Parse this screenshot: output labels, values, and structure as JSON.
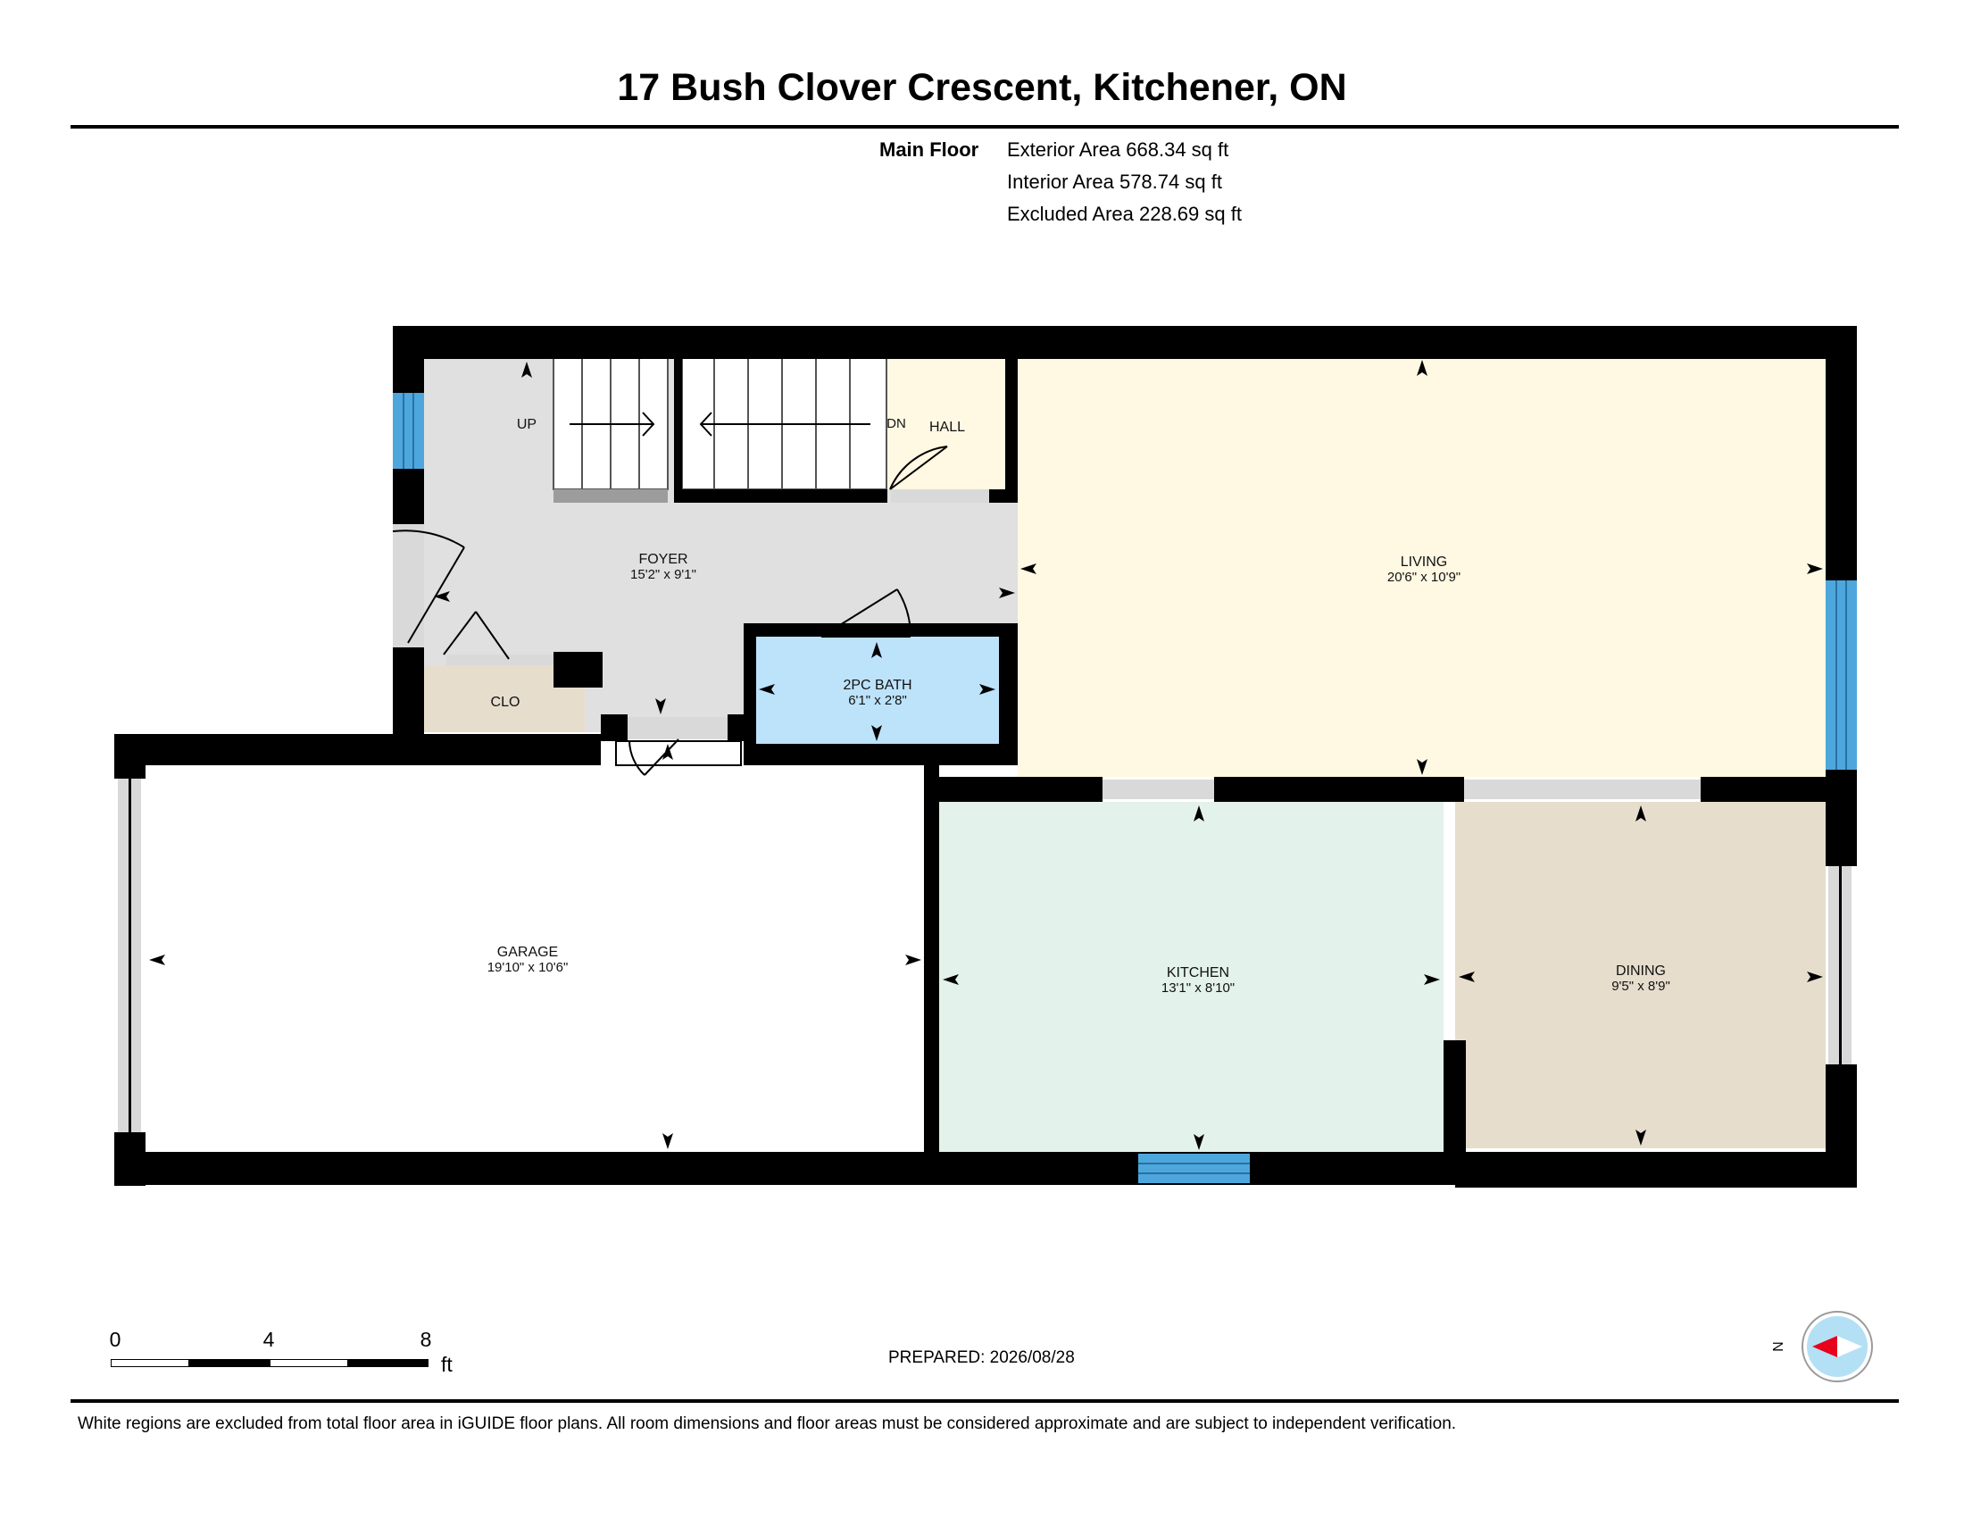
{
  "title": "17 Bush Clover Crescent, Kitchener, ON",
  "areas": {
    "floor": "Main Floor",
    "exterior": "Exterior Area 668.34 sq ft",
    "interior": "Interior Area 578.74 sq ft",
    "excluded": "Excluded Area 228.69 sq ft"
  },
  "rooms": {
    "foyer": {
      "name": "FOYER",
      "dims": "15'2\" x 9'1\""
    },
    "living": {
      "name": "LIVING",
      "dims": "20'6\" x 10'9\""
    },
    "bath": {
      "name": "2PC BATH",
      "dims": "6'1\" x 2'8\""
    },
    "garage": {
      "name": "GARAGE",
      "dims": "19'10\" x 10'6\""
    },
    "kitchen": {
      "name": "KITCHEN",
      "dims": "13'1\" x 8'10\""
    },
    "dining": {
      "name": "DINING",
      "dims": "9'5\" x 8'9\""
    },
    "clo": {
      "name": "CLO"
    },
    "hall": {
      "name": "HALL"
    }
  },
  "stairs": {
    "up_label": "UP",
    "down_label": "DN"
  },
  "scale": {
    "ticks": [
      "0",
      "4",
      "8"
    ],
    "unit": "ft"
  },
  "prepared": "PREPARED: 2026/08/28",
  "compass_label": "N",
  "footer": "White regions are excluded from total floor area in iGUIDE floor plans. All room dimensions and floor areas must be considered approximate and are subject to independent verification.",
  "colors": {
    "wall": "#000000",
    "foyer": "#e0e0e0",
    "living": "#fff8e3",
    "bath": "#bde3fb",
    "kitchen": "#e3f2ea",
    "dining": "#e6ddcd",
    "clo": "#e6ddcd",
    "hall": "#fff8e3",
    "window": "#4ea7dc",
    "door_gap": "#d9d9d9",
    "compass_fill": "#b3e0f5",
    "compass_needle": "#e8001c"
  }
}
